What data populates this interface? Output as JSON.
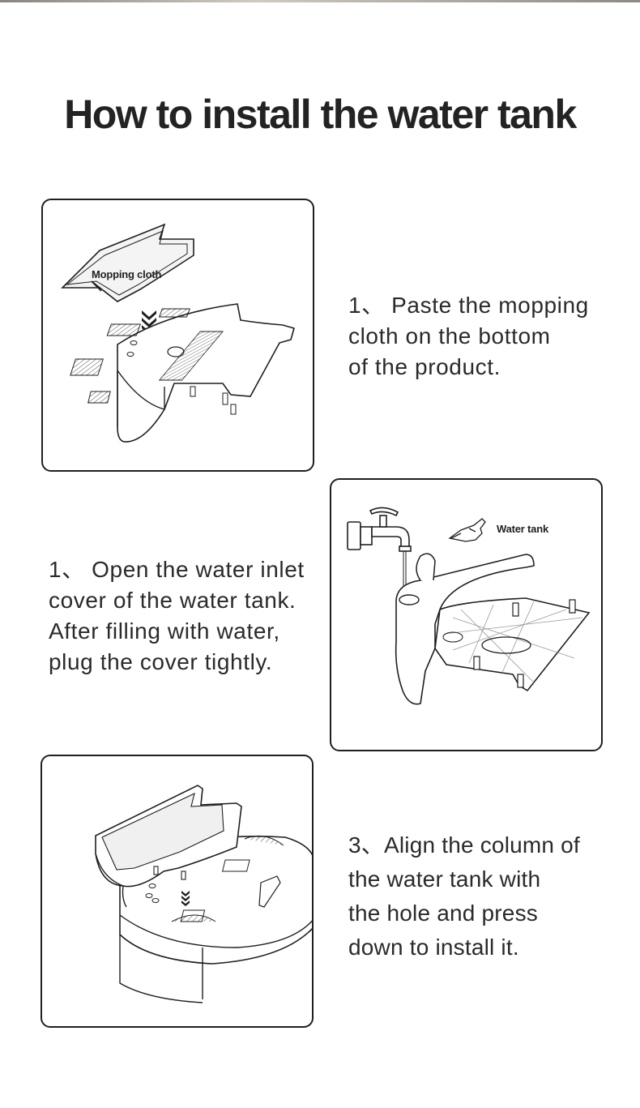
{
  "page": {
    "title": "How to install the water tank"
  },
  "steps": [
    {
      "number": "1、",
      "text": "Paste the mopping cloth on the bottom of the product.",
      "lines": [
        "1、 Paste the mopping",
        "cloth on the bottom",
        "of the product."
      ],
      "illustration_label": "Mopping cloth"
    },
    {
      "number": "1、",
      "text": "Open the water inlet cover of the water tank. After filling with water, plug the cover tightly.",
      "lines": [
        "1、 Open the water inlet",
        "cover of the water tank.",
        "After filling with water,",
        "plug the cover tightly."
      ],
      "illustration_label": "Water tank"
    },
    {
      "number": "3、",
      "text": "Align the column of the water tank with the hole and press down to install it.",
      "lines": [
        "3、Align the column of",
        "the water tank with",
        "the hole and press",
        "down to install it."
      ]
    }
  ],
  "colors": {
    "outline": "#1f1f1f",
    "text": "#2a2a2a",
    "title": "#232323",
    "fill_light": "#f1f1f1"
  }
}
